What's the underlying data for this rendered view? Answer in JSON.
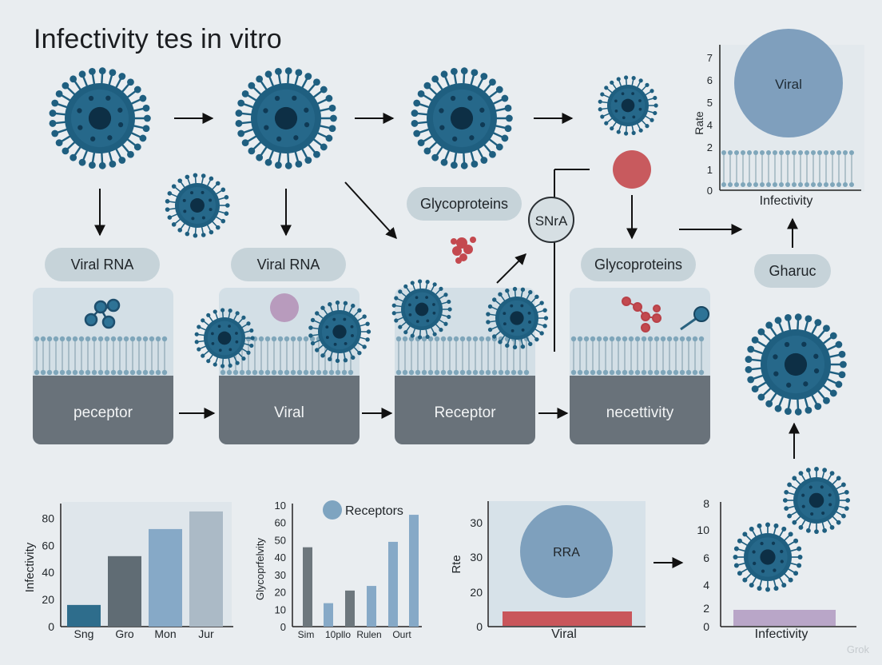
{
  "title": "Infectivity tes in vitro",
  "top_chart": {
    "circle_label": "Viral",
    "ylabel": "Rate",
    "xlabel": "Infectivity",
    "y_ticks": [
      "0",
      "1",
      "2",
      "4",
      "5",
      "6",
      "7"
    ]
  },
  "nodes": {
    "glycoproteins_pill_1": "Glycoproteins",
    "snra_circle": "SNrA",
    "glycoproteins_pill_2": "Glycoproteins",
    "gharuc_pill": "Gharuc",
    "viral_rna_pill_1": "Viral RNA",
    "viral_rna_pill_2": "Viral RNA"
  },
  "panels": [
    {
      "label": "peceptor"
    },
    {
      "label": "Viral"
    },
    {
      "label": "Receptor"
    },
    {
      "label": "necettivity"
    }
  ],
  "chart_data": [
    {
      "type": "bar",
      "ylabel": "Infectivity",
      "categories": [
        "Sng",
        "Gro",
        "Mon",
        "Jur"
      ],
      "values": [
        16,
        52,
        72,
        85
      ],
      "y_ticks": [
        0,
        20,
        40,
        60,
        80
      ],
      "ylim": [
        0,
        92
      ],
      "colors": [
        "#2e6d8c",
        "#606c74",
        "#86a9c7",
        "#abbac6"
      ]
    },
    {
      "type": "bar",
      "ylabel": "Glycoprfelvity",
      "legend": "Receptors",
      "categories": [
        "Sim",
        "10pllo",
        "Rulen",
        "Ourt"
      ],
      "series": [
        {
          "values": [
            44,
            20,
            27,
            62
          ],
          "color": "#86a9c7"
        },
        {
          "values": [
            13,
            44,
            22,
            47
          ],
          "color": "#6d777d"
        }
      ],
      "y_ticks": [
        "0",
        "10",
        "20",
        "30",
        "40",
        "50",
        "60",
        "10"
      ],
      "ylim": [
        0,
        70
      ]
    },
    {
      "type": "bar",
      "ylabel": "Rte",
      "xlabel": "Viral",
      "circle_label": "RRA",
      "y_ticks": [
        "0",
        "20",
        "30",
        "30"
      ]
    },
    {
      "type": "bar",
      "xlabel": "Infectivity",
      "y_ticks": [
        "0",
        "2",
        "4",
        "6",
        "10",
        "8"
      ]
    }
  ],
  "watermark": "Grok",
  "colors": {
    "virus_body": "#1f5f80",
    "virus_core": "#0d2f45",
    "membrane_head": "#7fa6ba",
    "panel_dark": "#6a7379",
    "panel_light": "#d6e1e7",
    "red_accent": "#c9575c",
    "lilac": "#b8a4c4"
  }
}
